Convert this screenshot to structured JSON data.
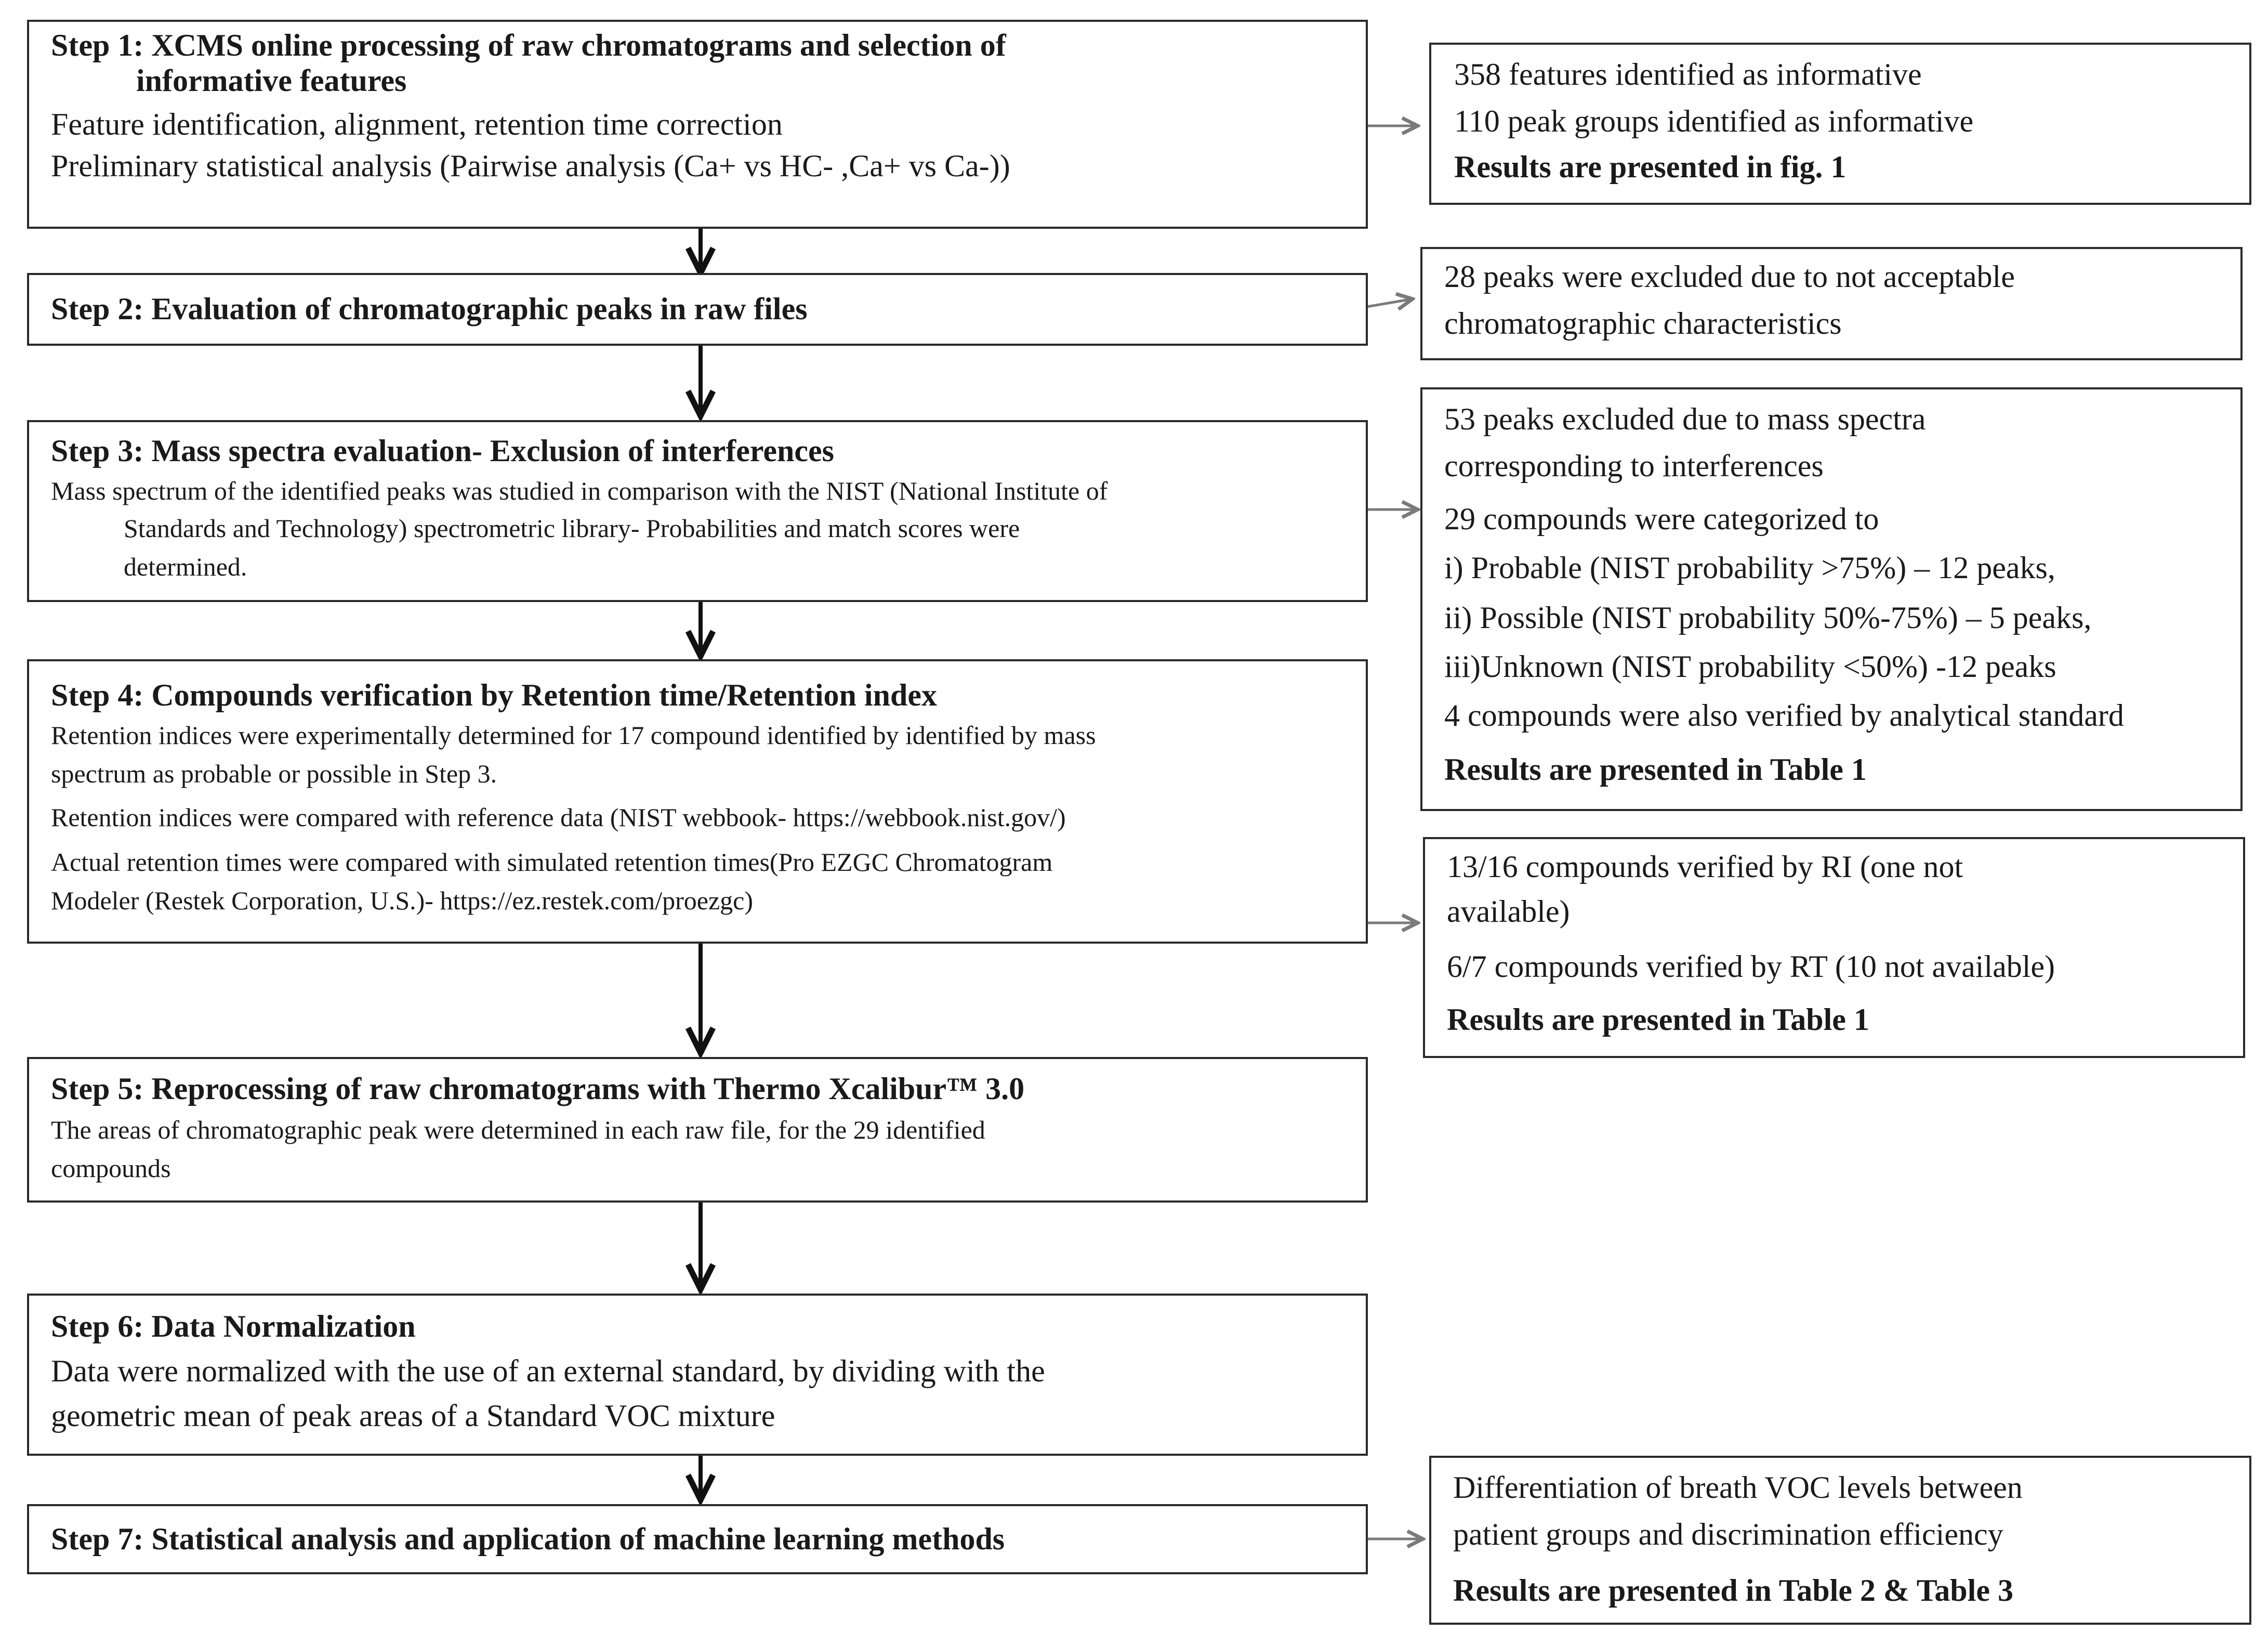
{
  "steps": [
    {
      "title_line1": "Step 1: XCMS online processing of raw chromatograms  and selection of",
      "title_line2": "informative  features",
      "lines": [
        "Feature identification,  alignment,  retention time correction",
        "Preliminary  statistical analysis (Pairwise analysis (Ca+ vs HC- ,Ca+ vs Ca-))"
      ]
    },
    {
      "title": "Step 2: Evaluation  of chromatographic  peaks in raw  files"
    },
    {
      "title": "Step 3: Mass spectra evaluation- Exclusion of interferences",
      "lines": [
        "Mass spectrum of the identified peaks was studied in comparison with the NIST (National Institute of",
        "Standards and Technology) spectrometric library-  Probabilities and match scores were",
        "determined."
      ]
    },
    {
      "title": "Step 4: Compounds  verification by Retention time/Retention index",
      "lines": [
        "Retention indices were experimentally  determined for 17 compound identified by identified by mass",
        "spectrum as probable or possible in Step 3.",
        "Retention indices were  compared with reference data (NIST  webbook- https://webbook.nist.gov/)",
        "Actual retention times were compared with simulated  retention times(Pro  EZGC  Chromatogram",
        "Modeler (Restek Corporation, U.S.)-  https://ez.restek.com/proezgc)"
      ]
    },
    {
      "title": "Step 5: Reprocessing of raw chromatograms  with Thermo Xcalibur™ 3.0",
      "lines": [
        "The areas of chromatographic peak were  determined in each raw file,  for the 29 identified",
        "compounds"
      ]
    },
    {
      "title": "Step 6: Data Normalization",
      "lines": [
        "Data were normalized  with the use of an external  standard, by dividing  with the",
        "geometric  mean  of peak areas of a Standard VOC mixture"
      ]
    },
    {
      "title": "Step 7: Statistical analysis and application  of machine learning  methods"
    }
  ],
  "results": [
    {
      "lines": [
        "358 features  identified  as informative",
        "110 peak groups identified  as informative"
      ],
      "bold": "Results are presented in fig. 1"
    },
    {
      "lines": [
        "28  peaks  were  excluded  due to not acceptable",
        "chromatographic  characteristics"
      ]
    },
    {
      "lines": [
        "53 peaks excluded  due to mass spectra",
        "corresponding  to interferences",
        "29 compounds  were categorized  to",
        "i)  Probable (NIST probability  >75%) – 12 peaks,",
        "ii) Possible  (NIST probability  50%-75%) – 5 peaks,",
        "iii)Unknown  (NIST probability  <50%) -12 peaks",
        "4 compounds were also verified by analytical standard"
      ],
      "bold": "Results are presented in Table 1"
    },
    {
      "lines": [
        "13/16 compounds  verified  by RI (one not",
        "available)",
        " 6/7 compounds  verified  by RT  (10 not available)"
      ],
      "bold": "Results are presented in Table 1"
    },
    {
      "lines": [
        "Differentiation  of breath VOC levels   between",
        "patient  groups and discrimination  efficiency"
      ],
      "bold": "Results are presented in Table 2 & Table 3"
    }
  ],
  "colors": {
    "box_border": "#2a2a2a",
    "step_arrow": "#111111",
    "side_arrow": "#7a7a7a"
  }
}
